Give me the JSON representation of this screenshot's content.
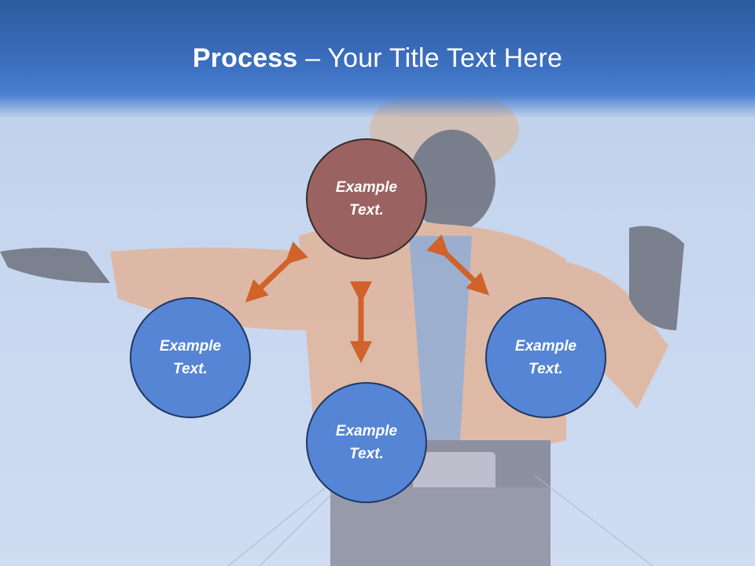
{
  "title": {
    "bold": "Process",
    "rest": " – Your Title Text Here"
  },
  "nodes": {
    "top": "Example\nText.",
    "left": "Example\nText.",
    "right": "Example\nText.",
    "bottom": "Example\nText."
  },
  "colors": {
    "title_band": "#3c6fbf",
    "node_highlight": "#9a6361",
    "node_default": "#5585d4",
    "arrow": "#d0622a"
  },
  "background_image": "cowboy-statue-photo"
}
